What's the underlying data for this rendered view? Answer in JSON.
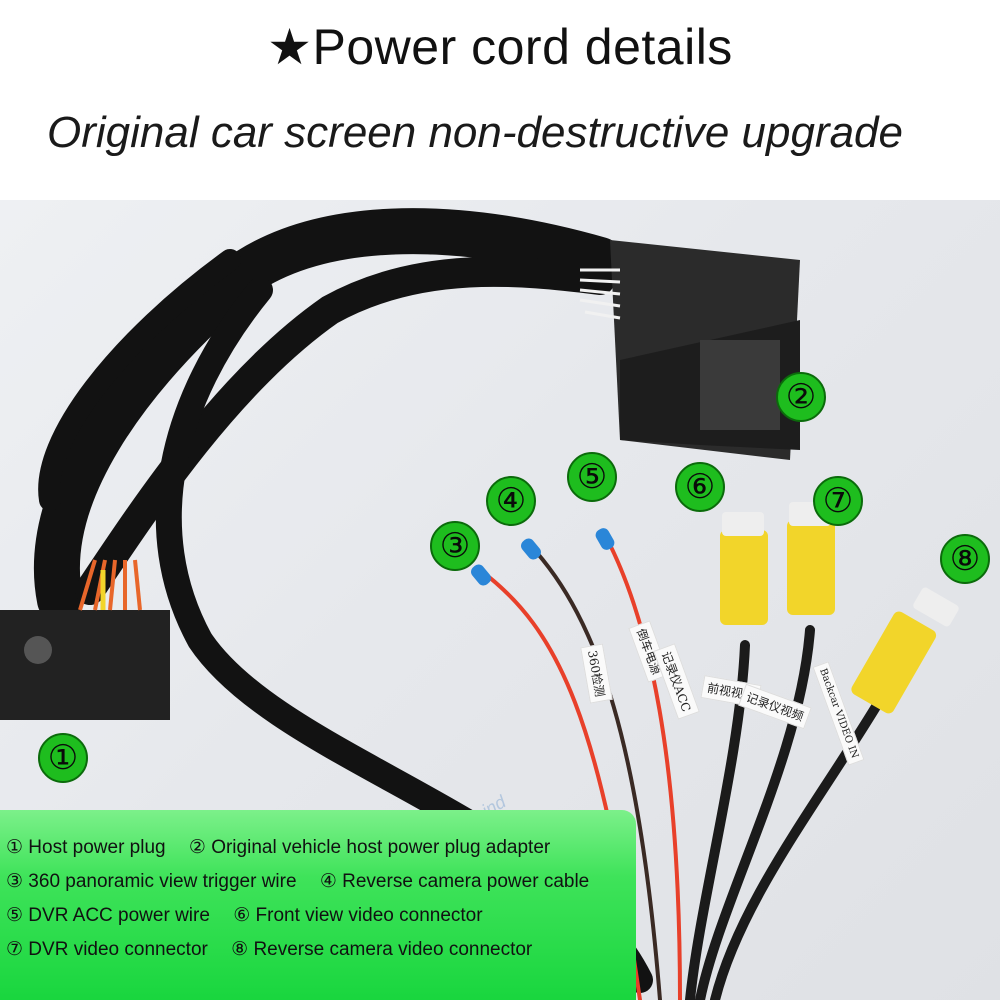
{
  "header": {
    "title": "★Power cord details",
    "subtitle": "Original car screen non-destructive upgrade"
  },
  "badges": [
    "①",
    "②",
    "③",
    "④",
    "⑤",
    "⑥",
    "⑦",
    "⑧"
  ],
  "wire_tags": {
    "tag3": "360检测",
    "tag4": "倒车电源",
    "tag5": "记录仪ACC",
    "tag6": "前视视频",
    "tag7": "记录仪视频",
    "tag8": "Backcar VIDEO IN"
  },
  "watermark": "Avnomind",
  "legend": {
    "row1": [
      "① Host power plug",
      "② Original vehicle host power plug adapter"
    ],
    "row2": [
      "③ 360 panoramic view trigger wire",
      "④ Reverse camera power cable"
    ],
    "row3": [
      "⑤ DVR ACC power wire",
      "⑥ Front view video connector"
    ],
    "row4": [
      "⑦ DVR video connector",
      "⑧ Reverse camera video connector"
    ]
  },
  "colors": {
    "badge_green": "#1ebd1e",
    "legend_green": "#3fe35a",
    "rca_yellow": "#f2d52a",
    "wire_red": "#e8402a",
    "sleeve_black": "#121212"
  }
}
